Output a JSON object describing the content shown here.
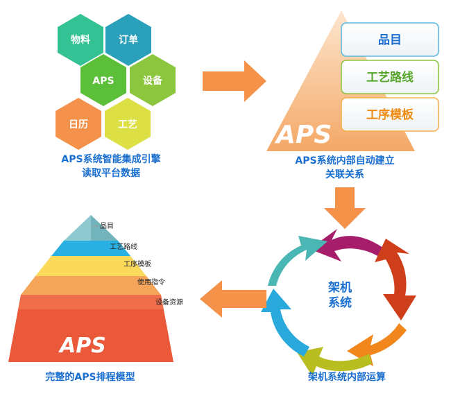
{
  "hexes": {
    "material": "物料",
    "order": "订单",
    "aps": "APS",
    "equipment": "设备",
    "calendar": "日历",
    "process": "工艺"
  },
  "captions": {
    "engine_line1": "APS系统智能集成引擎",
    "engine_line2": "读取平台数据",
    "internal_line1": "APS系统内部自动建立",
    "internal_line2": "关联关系",
    "compute": "架机系统内部运算",
    "model": "完整的APS排程模型"
  },
  "right_pyramid": {
    "aps": "APS",
    "boxes": [
      "品目",
      "工艺路线",
      "工序模板"
    ]
  },
  "cycle": {
    "line1": "架机",
    "line2": "系统"
  },
  "left_pyramid": {
    "aps": "APS",
    "levels": [
      "品目",
      "工艺路线",
      "工序模板",
      "使用指令",
      "设备资源"
    ]
  },
  "colors": {
    "caption": "#1a6fd0",
    "arrow": "#f4924a"
  }
}
